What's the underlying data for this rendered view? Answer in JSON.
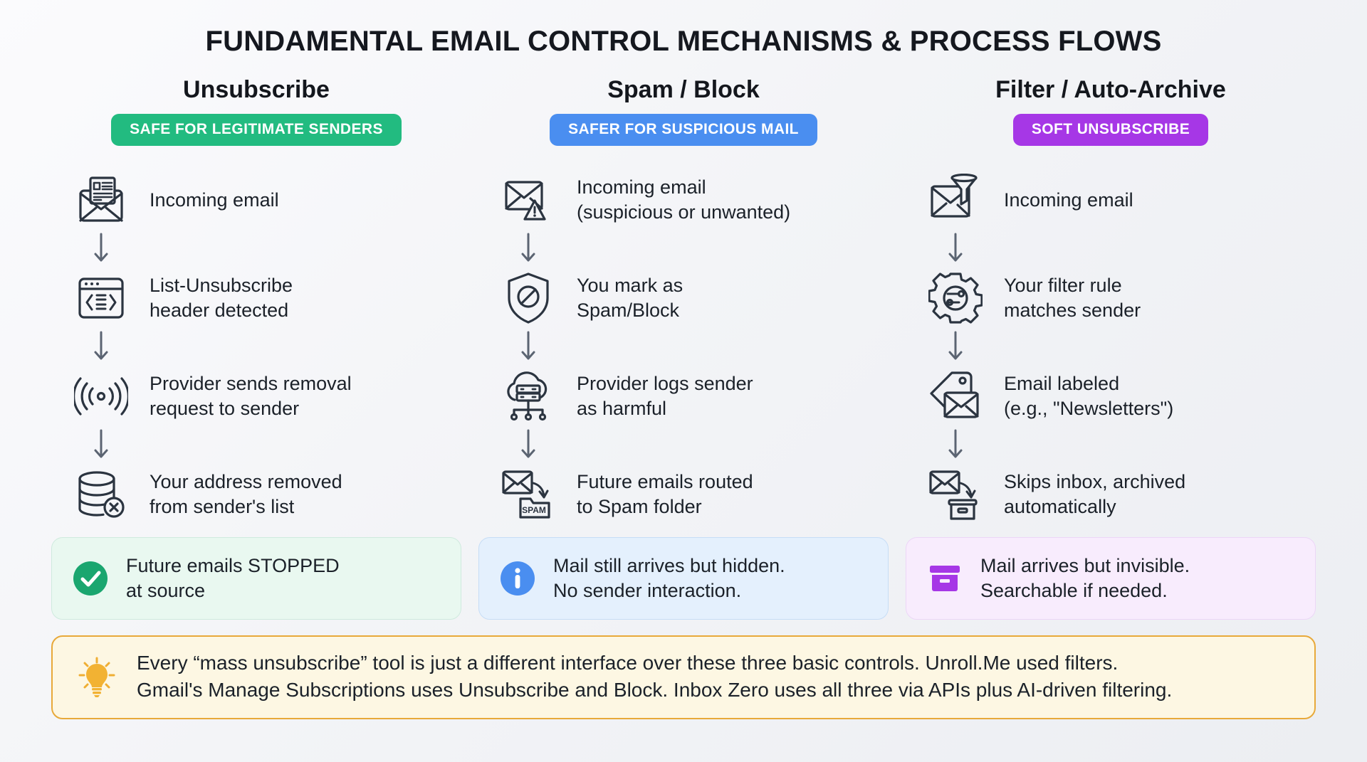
{
  "title": "FUNDAMENTAL EMAIL CONTROL MECHANISMS & PROCESS FLOWS",
  "colors": {
    "background": "#f4f5f8",
    "green": "#22bb80",
    "blue": "#4a8ef0",
    "purple": "#a637e6",
    "amber": "#e8a93a",
    "icon_stroke": "#2b3440",
    "text": "#1b2129"
  },
  "columns": [
    {
      "title": "Unsubscribe",
      "badge": {
        "label": "SAFE FOR LEGITIMATE SENDERS",
        "color": "#22bb80"
      },
      "steps": [
        {
          "icon": "newsletter-envelope-icon",
          "text": "Incoming email"
        },
        {
          "icon": "code-window-icon",
          "text": "List-Unsubscribe\nheader detected"
        },
        {
          "icon": "broadcast-signal-icon",
          "text": "Provider sends removal\nrequest to sender"
        },
        {
          "icon": "database-remove-icon",
          "text": "Your address removed\nfrom sender's list"
        }
      ],
      "outcome": {
        "icon": "check-circle-icon",
        "icon_color": "#1aa66f",
        "tone": "green",
        "text": "Future emails STOPPED\nat source"
      }
    },
    {
      "title": "Spam / Block",
      "badge": {
        "label": "SAFER FOR SUSPICIOUS MAIL",
        "color": "#4a8ef0"
      },
      "steps": [
        {
          "icon": "envelope-warning-icon",
          "text": "Incoming email\n(suspicious or unwanted)"
        },
        {
          "icon": "shield-block-icon",
          "text": "You mark as\nSpam/Block"
        },
        {
          "icon": "cloud-server-icon",
          "text": "Provider logs sender\nas harmful"
        },
        {
          "icon": "envelope-to-spam-folder-icon",
          "text": "Future emails routed\nto Spam folder",
          "glyph_label": "SPAM"
        }
      ],
      "outcome": {
        "icon": "info-circle-icon",
        "icon_color": "#4a8ef0",
        "tone": "blue",
        "text": "Mail still arrives but hidden.\nNo sender interaction."
      }
    },
    {
      "title": "Filter / Auto-Archive",
      "badge": {
        "label": "SOFT UNSUBSCRIBE",
        "color": "#a637e6"
      },
      "steps": [
        {
          "icon": "envelope-funnel-icon",
          "text": "Incoming email"
        },
        {
          "icon": "gear-sliders-icon",
          "text": "Your filter rule\nmatches sender"
        },
        {
          "icon": "tag-envelope-icon",
          "text": "Email labeled\n(e.g., \"Newsletters\")"
        },
        {
          "icon": "envelope-to-archive-icon",
          "text": "Skips inbox, archived\nautomatically"
        }
      ],
      "outcome": {
        "icon": "archive-box-icon",
        "icon_color": "#a637e6",
        "tone": "purple",
        "text": "Mail arrives but invisible.\nSearchable if needed."
      }
    }
  ],
  "callout": {
    "icon": "lightbulb-icon",
    "text": "Every “mass unsubscribe” tool is just a different interface over these three basic controls. Unroll.Me used filters.\nGmail's Manage Subscriptions uses Unsubscribe and Block. Inbox Zero uses all three via APIs plus AI-driven filtering."
  }
}
